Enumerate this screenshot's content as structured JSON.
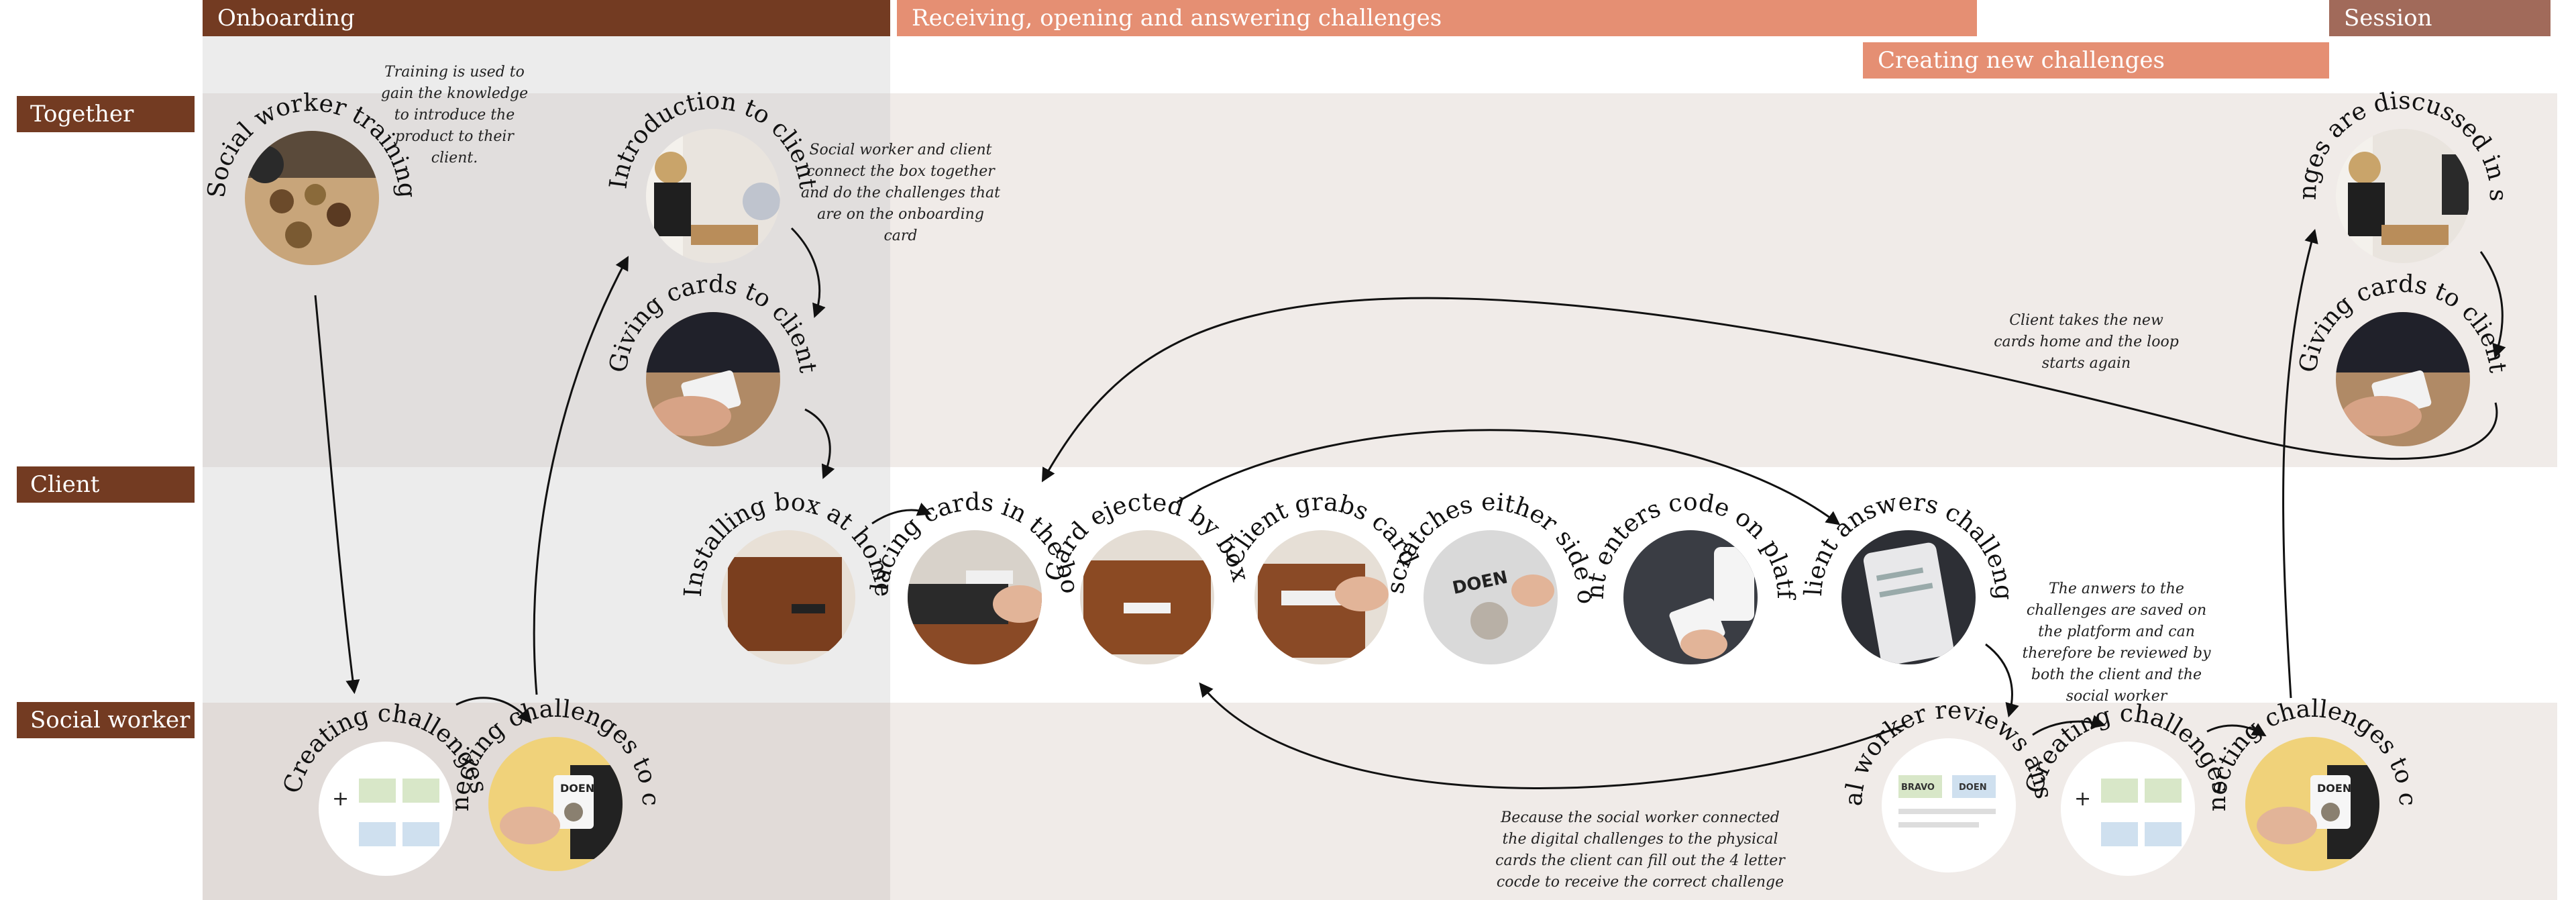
{
  "phases": {
    "onboarding": "Onboarding",
    "receiving": "Receiving, opening and answering challenges",
    "creating": "Creating new challenges",
    "session": "Session"
  },
  "rows": {
    "together": "Together",
    "client": "Client",
    "social_worker": "Social worker"
  },
  "steps": {
    "social_worker_training": "Social worker training",
    "introduction_to_client": "Introduction to client",
    "giving_cards_to_client_1": "Giving cards to client",
    "installing_box": "Installing box at home",
    "placing_cards": "Placing cards in the box",
    "card_ejected": "Card ejected by box",
    "client_grabs": "Client grabs card",
    "client_scratches": "Client scratches either side of card",
    "client_enters_code": "Client enters code on platform",
    "client_answers": "Client answers challenge",
    "creating_challenges_1": "Creating challenges",
    "connecting_challenges_1": "Connecting challenges to cards",
    "sw_reviews": "Social worker reviews answers",
    "creating_challenges_2": "Creating challenges",
    "connecting_challenges_2": "Connecting challenges to cards",
    "challenges_discussed": "Challenges are discussed in session",
    "giving_cards_to_client_2": "Giving cards to client"
  },
  "notes": {
    "training": "Training is used to gain the knowledge to introduce the product to their client.",
    "connect_box": "Social worker and client connect the box together and do the challenges that are on the onboarding card",
    "new_cards": "Client takes the new cards home and the loop starts again",
    "answers_saved": "The anwers to the challenges are saved on the platform and can therefore be reviewed by both the client and the social worker",
    "four_letter": "Because the social worker connected the digital challenges to the physical cards the client can fill out the 4 letter cocde to receive the correct challenge"
  },
  "card_text": {
    "doen": "DOEN",
    "bravo": "BRAVO"
  },
  "colors": {
    "brown_dark": "#733b22",
    "salmon": "#e58f73",
    "session": "#a16a5a",
    "band_grey": "#ececec",
    "band_warm": "#f0ebe8",
    "band_warm_dark": "#e6ddd8"
  }
}
